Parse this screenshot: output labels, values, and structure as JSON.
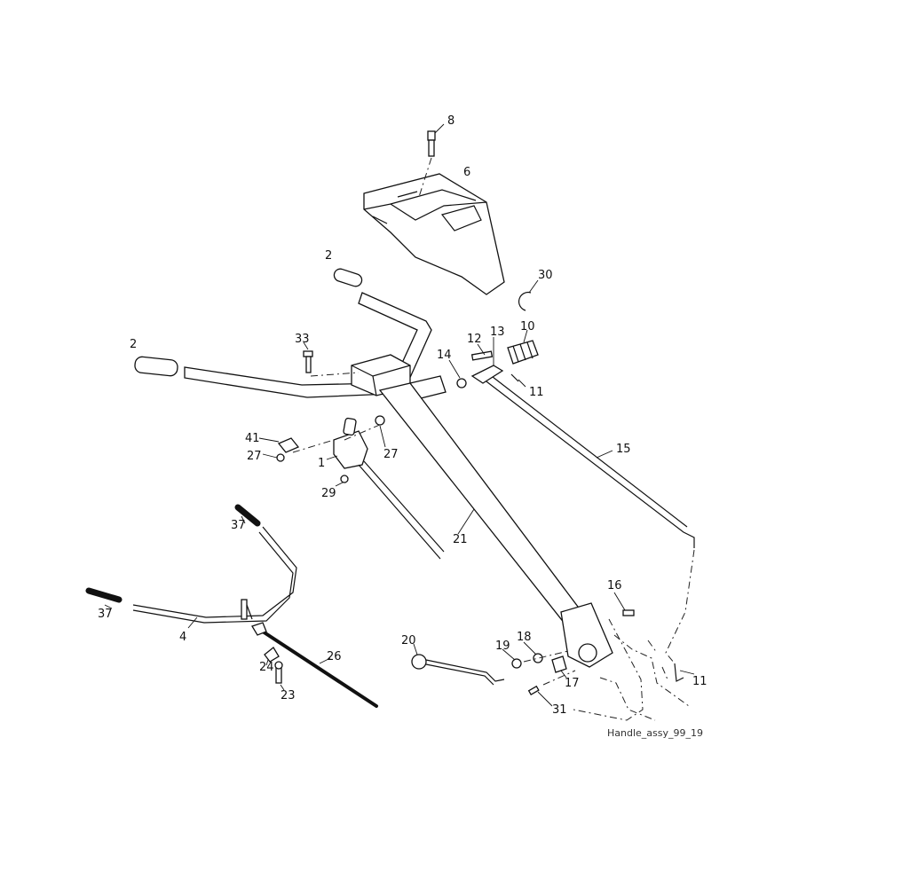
{
  "labels": {
    "p8": "8",
    "p6": "6",
    "p2a": "2",
    "p2b": "2",
    "p30": "30",
    "p33": "33",
    "p12": "12",
    "p13": "13",
    "p10": "10",
    "p14": "14",
    "p11a": "11",
    "p41": "41",
    "p27a": "27",
    "p27b": "27",
    "p1": "1",
    "p29": "29",
    "p15": "15",
    "p21": "21",
    "p37a": "37",
    "p37b": "37",
    "p4": "4",
    "p16": "16",
    "p20": "20",
    "p19": "19",
    "p18": "18",
    "p17": "17",
    "p11b": "11",
    "p24": "24",
    "p26": "26",
    "p23": "23",
    "p31": "31"
  },
  "reference": "Handle_assy_99_19"
}
